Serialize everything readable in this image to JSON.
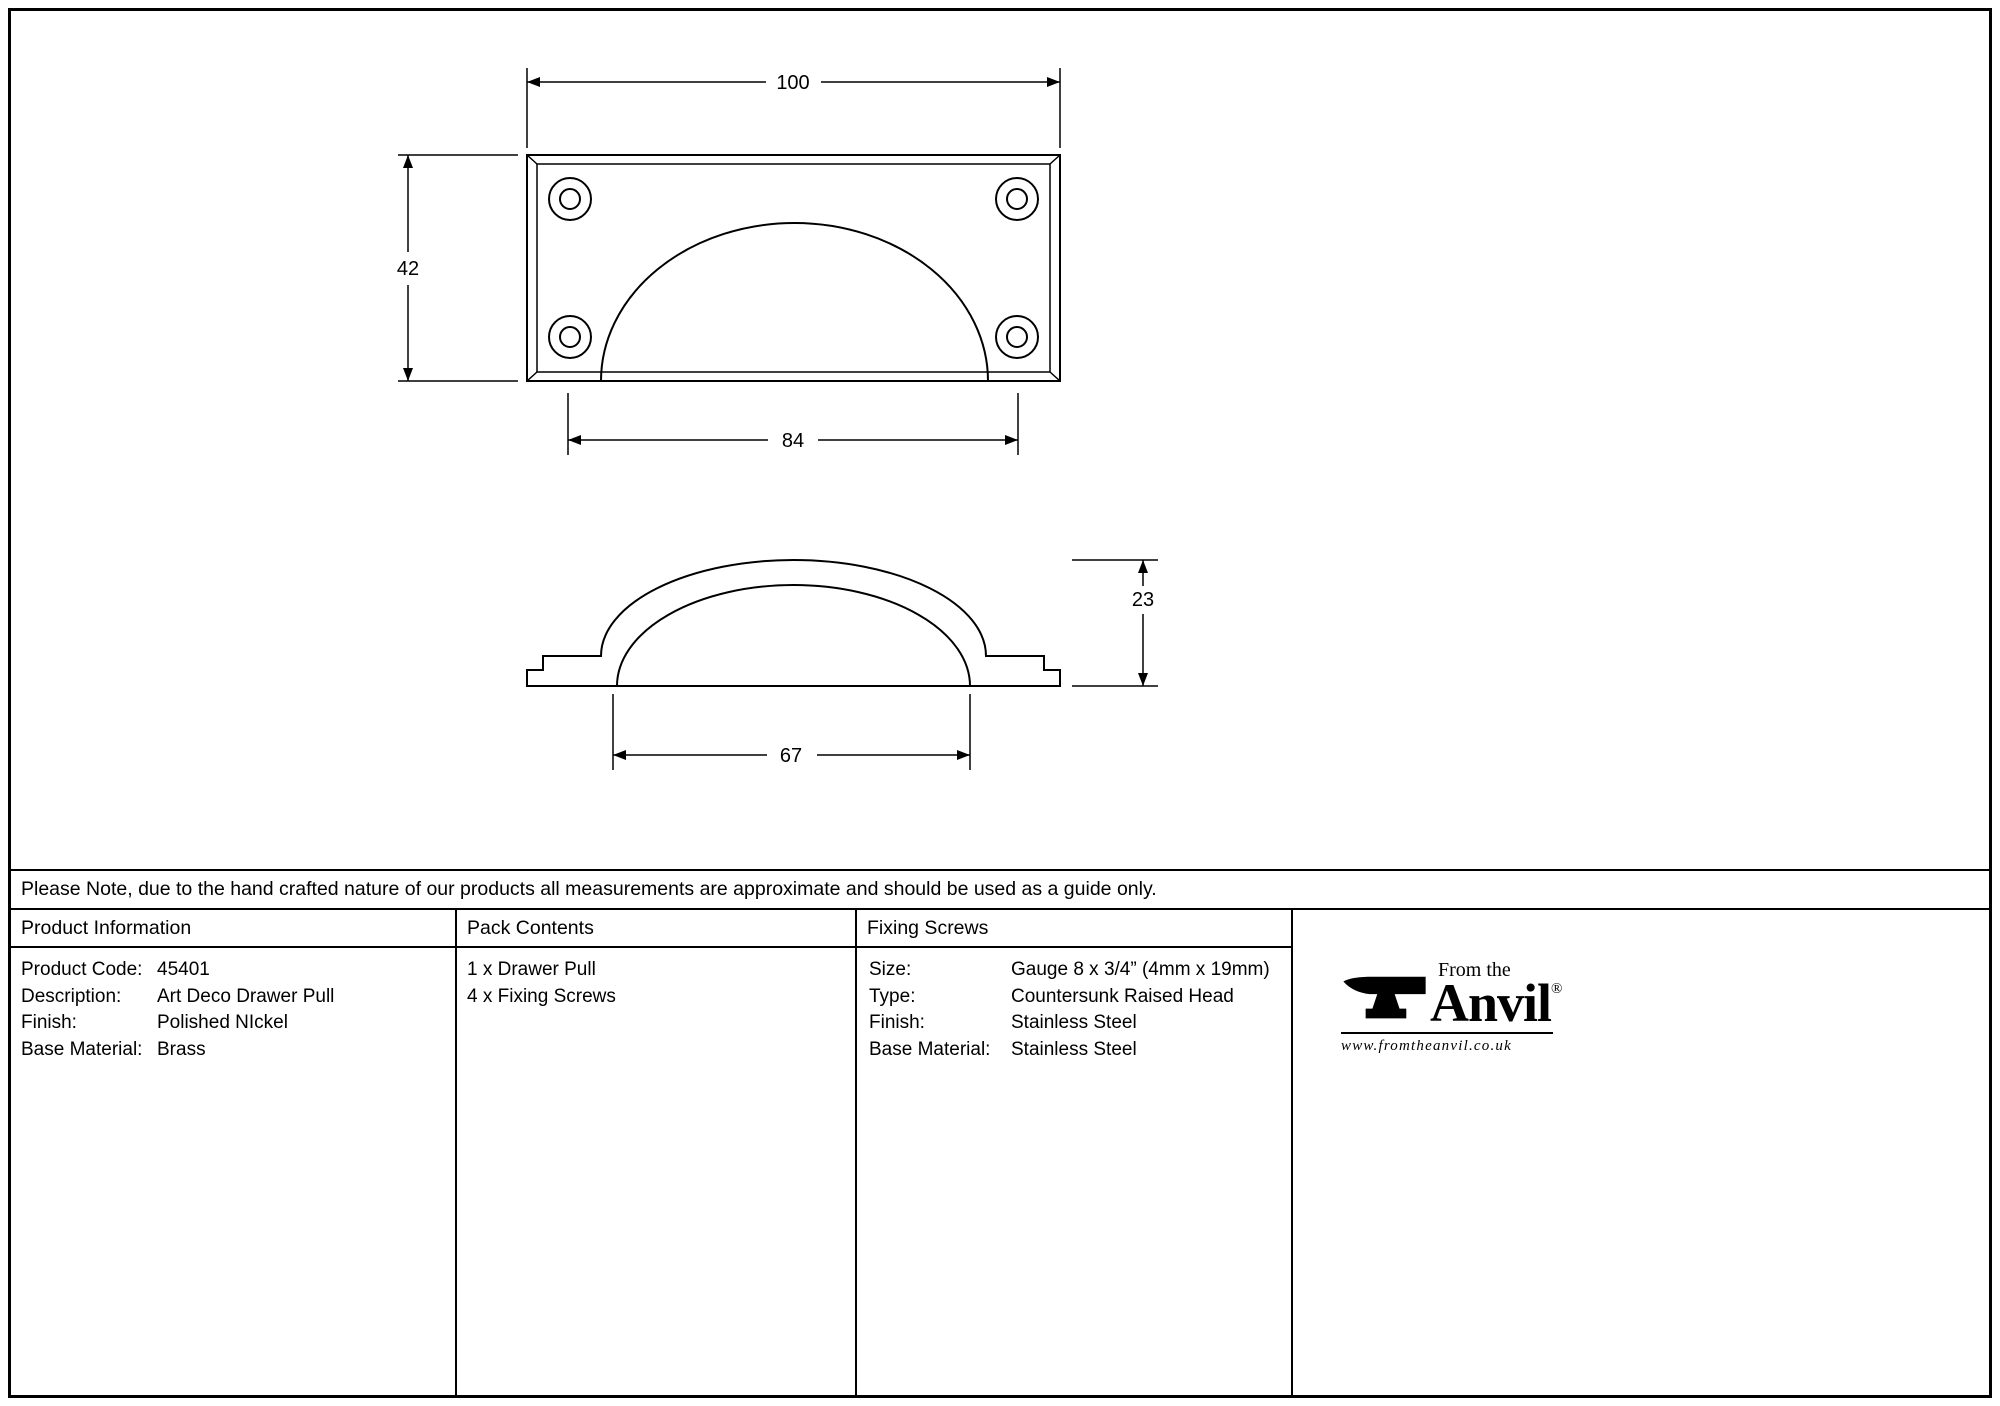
{
  "drawing": {
    "front_view": {
      "dim_width": "100",
      "dim_height": "42",
      "dim_hole_spacing": "84"
    },
    "side_view": {
      "dim_height": "23",
      "dim_cup_width": "67"
    }
  },
  "note": "Please Note, due to the hand crafted nature of our products all measurements are approximate and should be used as a guide only.",
  "product_info": {
    "header": "Product Information",
    "rows": [
      {
        "label": "Product Code:",
        "value": "45401"
      },
      {
        "label": "Description:",
        "value": "Art Deco Drawer Pull"
      },
      {
        "label": "Finish:",
        "value": "Polished NIckel"
      },
      {
        "label": "Base Material:",
        "value": "Brass"
      }
    ]
  },
  "pack_contents": {
    "header": "Pack Contents",
    "items": [
      "1 x Drawer Pull",
      "4 x Fixing Screws"
    ]
  },
  "fixing_screws": {
    "header": "Fixing Screws",
    "rows": [
      {
        "label": "Size:",
        "value": "Gauge 8 x 3/4” (4mm x 19mm)"
      },
      {
        "label": "Type:",
        "value": "Countersunk Raised Head"
      },
      {
        "label": "Finish:",
        "value": "Stainless Steel"
      },
      {
        "label": "Base Material:",
        "value": "Stainless Steel"
      }
    ]
  },
  "logo": {
    "tagline": "From the",
    "brand": "Anvil",
    "registered": "®",
    "url": "www.fromtheanvil.co.uk"
  },
  "colors": {
    "line": "#000000",
    "background": "#ffffff"
  }
}
